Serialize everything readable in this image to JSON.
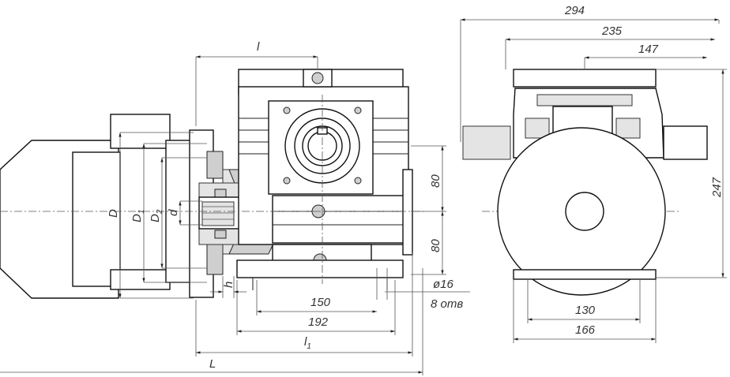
{
  "labels": {
    "top_294": "294",
    "top_235": "235",
    "top_147": "147",
    "side_247": "247",
    "front_l": "l",
    "v_80a": "80",
    "v_80b": "80",
    "phi16": "ø16",
    "holes": "8 отв",
    "w_150": "150",
    "w_192": "192",
    "l1": "l",
    "l1_sub": "1",
    "L": "L",
    "D": "D",
    "D1": "D",
    "D1_sub": "1",
    "D2": "D",
    "D2_sub": "2",
    "d": "d",
    "h": "h",
    "w_130": "130",
    "w_166": "166"
  },
  "colors": {
    "line": "#222222",
    "section": "#cfcfcf",
    "light_section": "#e4e4e4",
    "background": "#ffffff"
  }
}
